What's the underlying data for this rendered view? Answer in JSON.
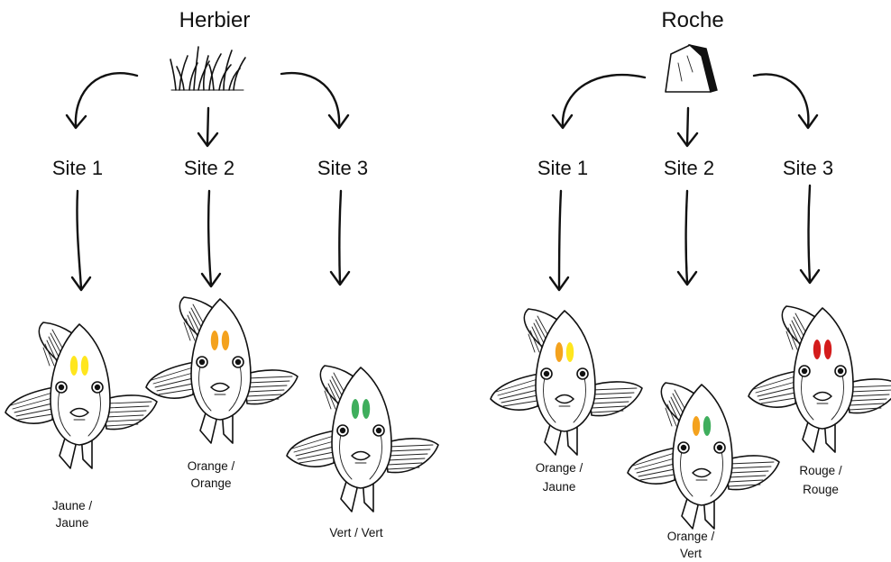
{
  "groups": [
    {
      "title": "Herbier",
      "icon": "grass-icon",
      "sites": [
        {
          "label": "Site 1",
          "caption_lines": [
            "Jaune /",
            "Jaune"
          ],
          "spot_colors": [
            "#ffe61e",
            "#ffe61e"
          ]
        },
        {
          "label": "Site 2",
          "caption_lines": [
            "Orange /",
            "Orange"
          ],
          "spot_colors": [
            "#f4a21e",
            "#f4a21e"
          ]
        },
        {
          "label": "Site 3",
          "caption_lines": [
            "Vert / Vert"
          ],
          "spot_colors": [
            "#3fae5d",
            "#3fae5d"
          ]
        }
      ]
    },
    {
      "title": "Roche",
      "icon": "rock-icon",
      "sites": [
        {
          "label": "Site 1",
          "caption_lines": [
            "Orange /",
            "Jaune"
          ],
          "spot_colors": [
            "#f4a21e",
            "#ffe61e"
          ]
        },
        {
          "label": "Site 2",
          "caption_lines": [
            "Orange /",
            "Vert"
          ],
          "spot_colors": [
            "#f4a21e",
            "#3fae5d"
          ]
        },
        {
          "label": "Site 3",
          "caption_lines": [
            "Rouge /",
            "Rouge"
          ],
          "spot_colors": [
            "#d41c1c",
            "#d41c1c"
          ]
        }
      ]
    }
  ]
}
